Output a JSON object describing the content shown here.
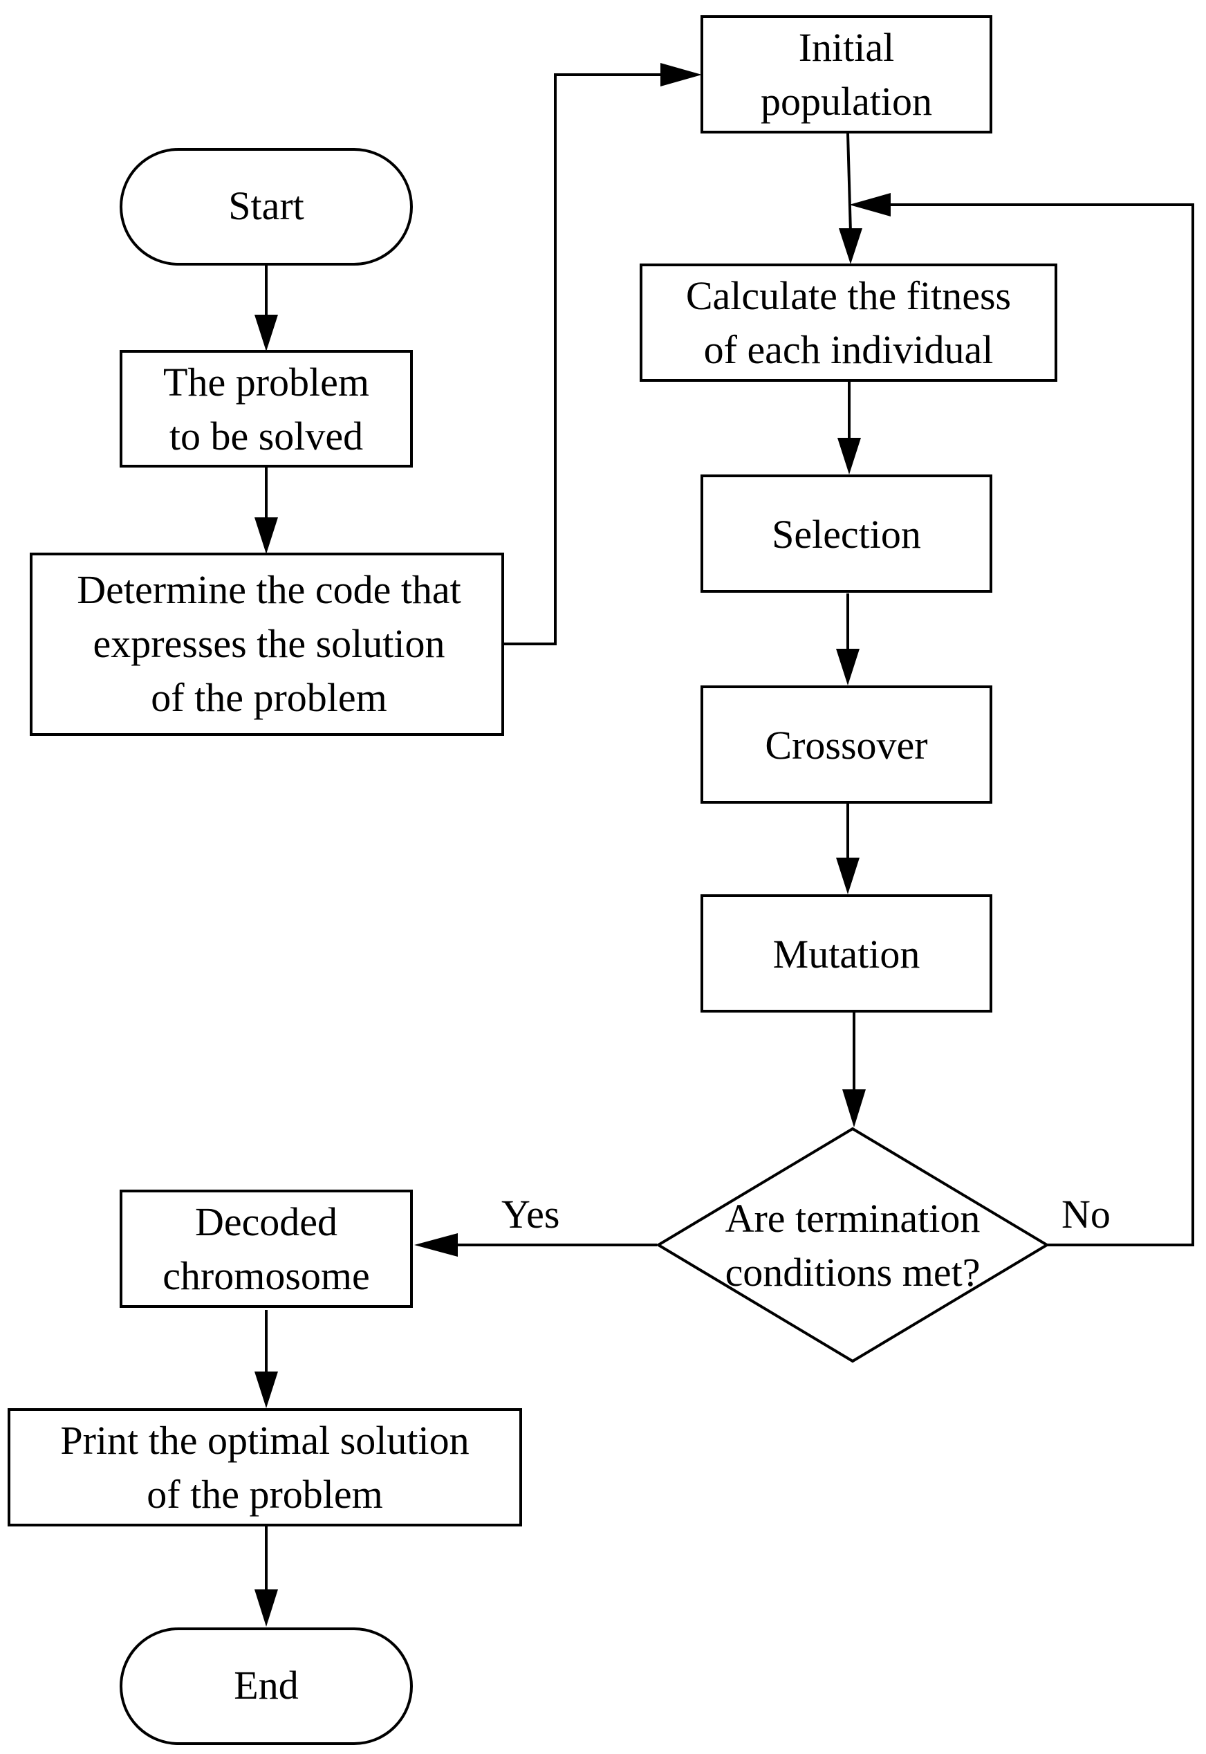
{
  "nodes": {
    "start": {
      "lines": [
        "Start"
      ]
    },
    "problem": {
      "lines": [
        "The problem",
        "to be solved"
      ]
    },
    "determine_code": {
      "lines": [
        "Determine the code that",
        "expresses the solution",
        "of the problem"
      ]
    },
    "initial_population": {
      "lines": [
        "Initial",
        "population"
      ]
    },
    "calculate_fitness": {
      "lines": [
        "Calculate the fitness",
        "of each individual"
      ]
    },
    "selection": {
      "lines": [
        "Selection"
      ]
    },
    "crossover": {
      "lines": [
        "Crossover"
      ]
    },
    "mutation": {
      "lines": [
        "Mutation"
      ]
    },
    "termination": {
      "lines": [
        "Are termination",
        "conditions met?"
      ]
    },
    "decoded": {
      "lines": [
        "Decoded",
        "chromosome"
      ]
    },
    "print_solution": {
      "lines": [
        "Print the optimal solution",
        "of the problem"
      ]
    },
    "end": {
      "lines": [
        "End"
      ]
    }
  },
  "edge_labels": {
    "yes": "Yes",
    "no": "No"
  }
}
